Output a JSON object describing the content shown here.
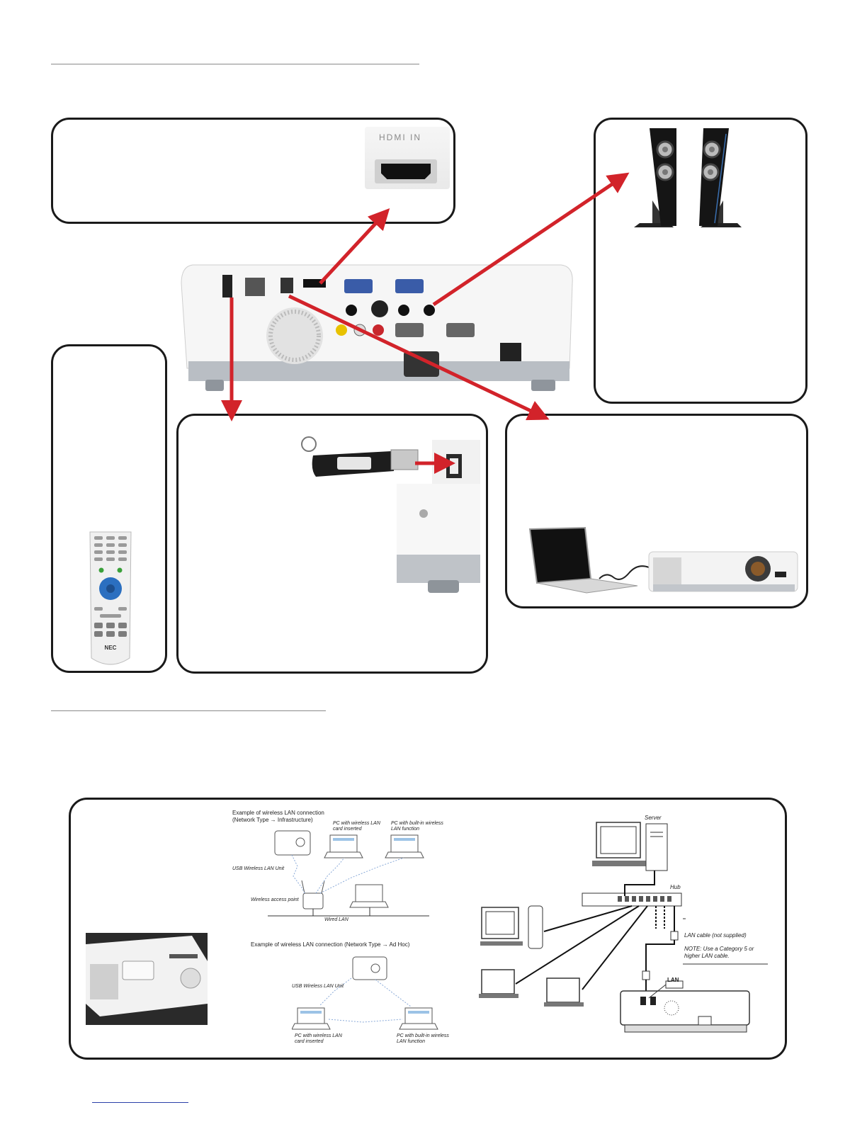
{
  "hdmi_panel": {
    "port_label": "HDMI IN"
  },
  "wireless_infra": {
    "title_line1": "Example of wireless LAN connection",
    "title_line2": "(Network Type → Infrastructure)",
    "pc_card": "PC with wireless LAN card inserted",
    "pc_builtin": "PC with built-in wireless LAN function",
    "usb_unit": "USB Wireless LAN Unit",
    "access_point": "Wireless access point",
    "wired_lan": "Wired LAN"
  },
  "wireless_adhoc": {
    "title": "Example of wireless LAN connection (Network Type → Ad Hoc)",
    "usb_unit": "USB Wireless LAN Unit",
    "pc_card": "PC with wireless LAN card inserted",
    "pc_builtin": "PC with built-in wireless LAN function"
  },
  "wired_diagram": {
    "server": "Server",
    "hub": "Hub",
    "cable": "LAN cable (not supplied)",
    "note": "NOTE: Use a Category 5 or higher LAN cable.",
    "lan_tag": "LAN"
  },
  "remote": {
    "brand": "NEC"
  },
  "colors": {
    "arrow": "#d2232a",
    "panel_border": "#1a1a1a",
    "rule": "#8a8a8a"
  }
}
